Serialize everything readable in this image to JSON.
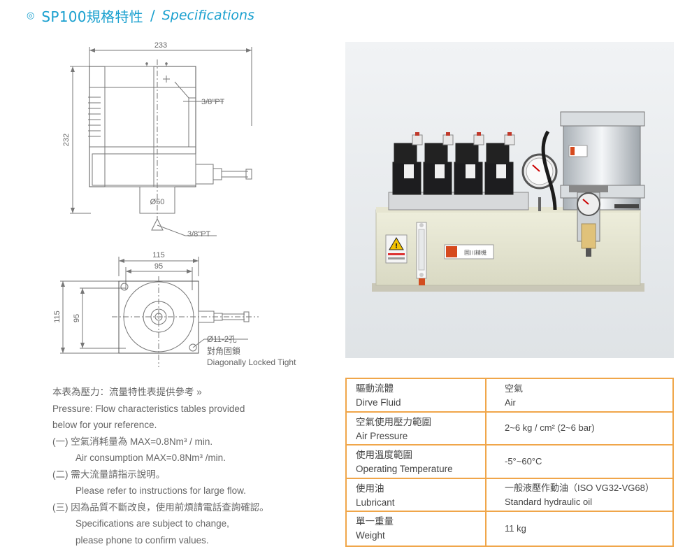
{
  "header": {
    "bullet": "◎",
    "title_cn": "SP100規格特性",
    "separator": "/",
    "title_en": "Specifications"
  },
  "drawing": {
    "dim_top_width": "233",
    "dim_height": "232",
    "port_upper": "3/8\"PT",
    "port_lower": "3/8\"PT",
    "dia_50": "Ø50",
    "dim_115_top": "115",
    "dim_95_top": "95",
    "dim_115_left": "115",
    "dim_95_left": "95",
    "holes": "Ø11-2孔",
    "holes_cn": "對角固鎖",
    "holes_en": "Diagonally Locked Tight"
  },
  "photo": {
    "brand_label": "固川精機",
    "warning_symbol": "!"
  },
  "notes": [
    "本表為壓力：流量特性表提供參考 »",
    "Pressure: Flow characteristics tables provided",
    "below for your reference.",
    "(一) 空氣消耗量為 MAX=0.8Nm³ / min.",
    "Air consumption MAX=0.8Nm³ /min.",
    "(二) 需大流量請指示說明。",
    "Please refer to instructions for large flow.",
    "(三) 因為品質不斷改良，使用前煩請電話查詢確認。",
    "Specifications are subject to change,",
    "please phone to confirm values."
  ],
  "spec_table": [
    {
      "label_cn": "驅動流體",
      "label_en": "Dirve Fluid",
      "value_cn": "空氣",
      "value_en": "Air"
    },
    {
      "label_cn": "空氣使用壓力範圍",
      "label_en": "Air Pressure",
      "value": "2~6 kg / cm² (2~6 bar)"
    },
    {
      "label_cn": "使用溫度範圍",
      "label_en": "Operating Temperature",
      "value": "-5°~60°C"
    },
    {
      "label_cn": "使用油",
      "label_en": "Lubricant",
      "value_cn": "一般液壓作動油（ISO VG32-VG68）",
      "value_en": "Standard hydraulic oil"
    },
    {
      "label_cn": "單一重量",
      "label_en": "Weight",
      "value": "11 kg"
    }
  ]
}
